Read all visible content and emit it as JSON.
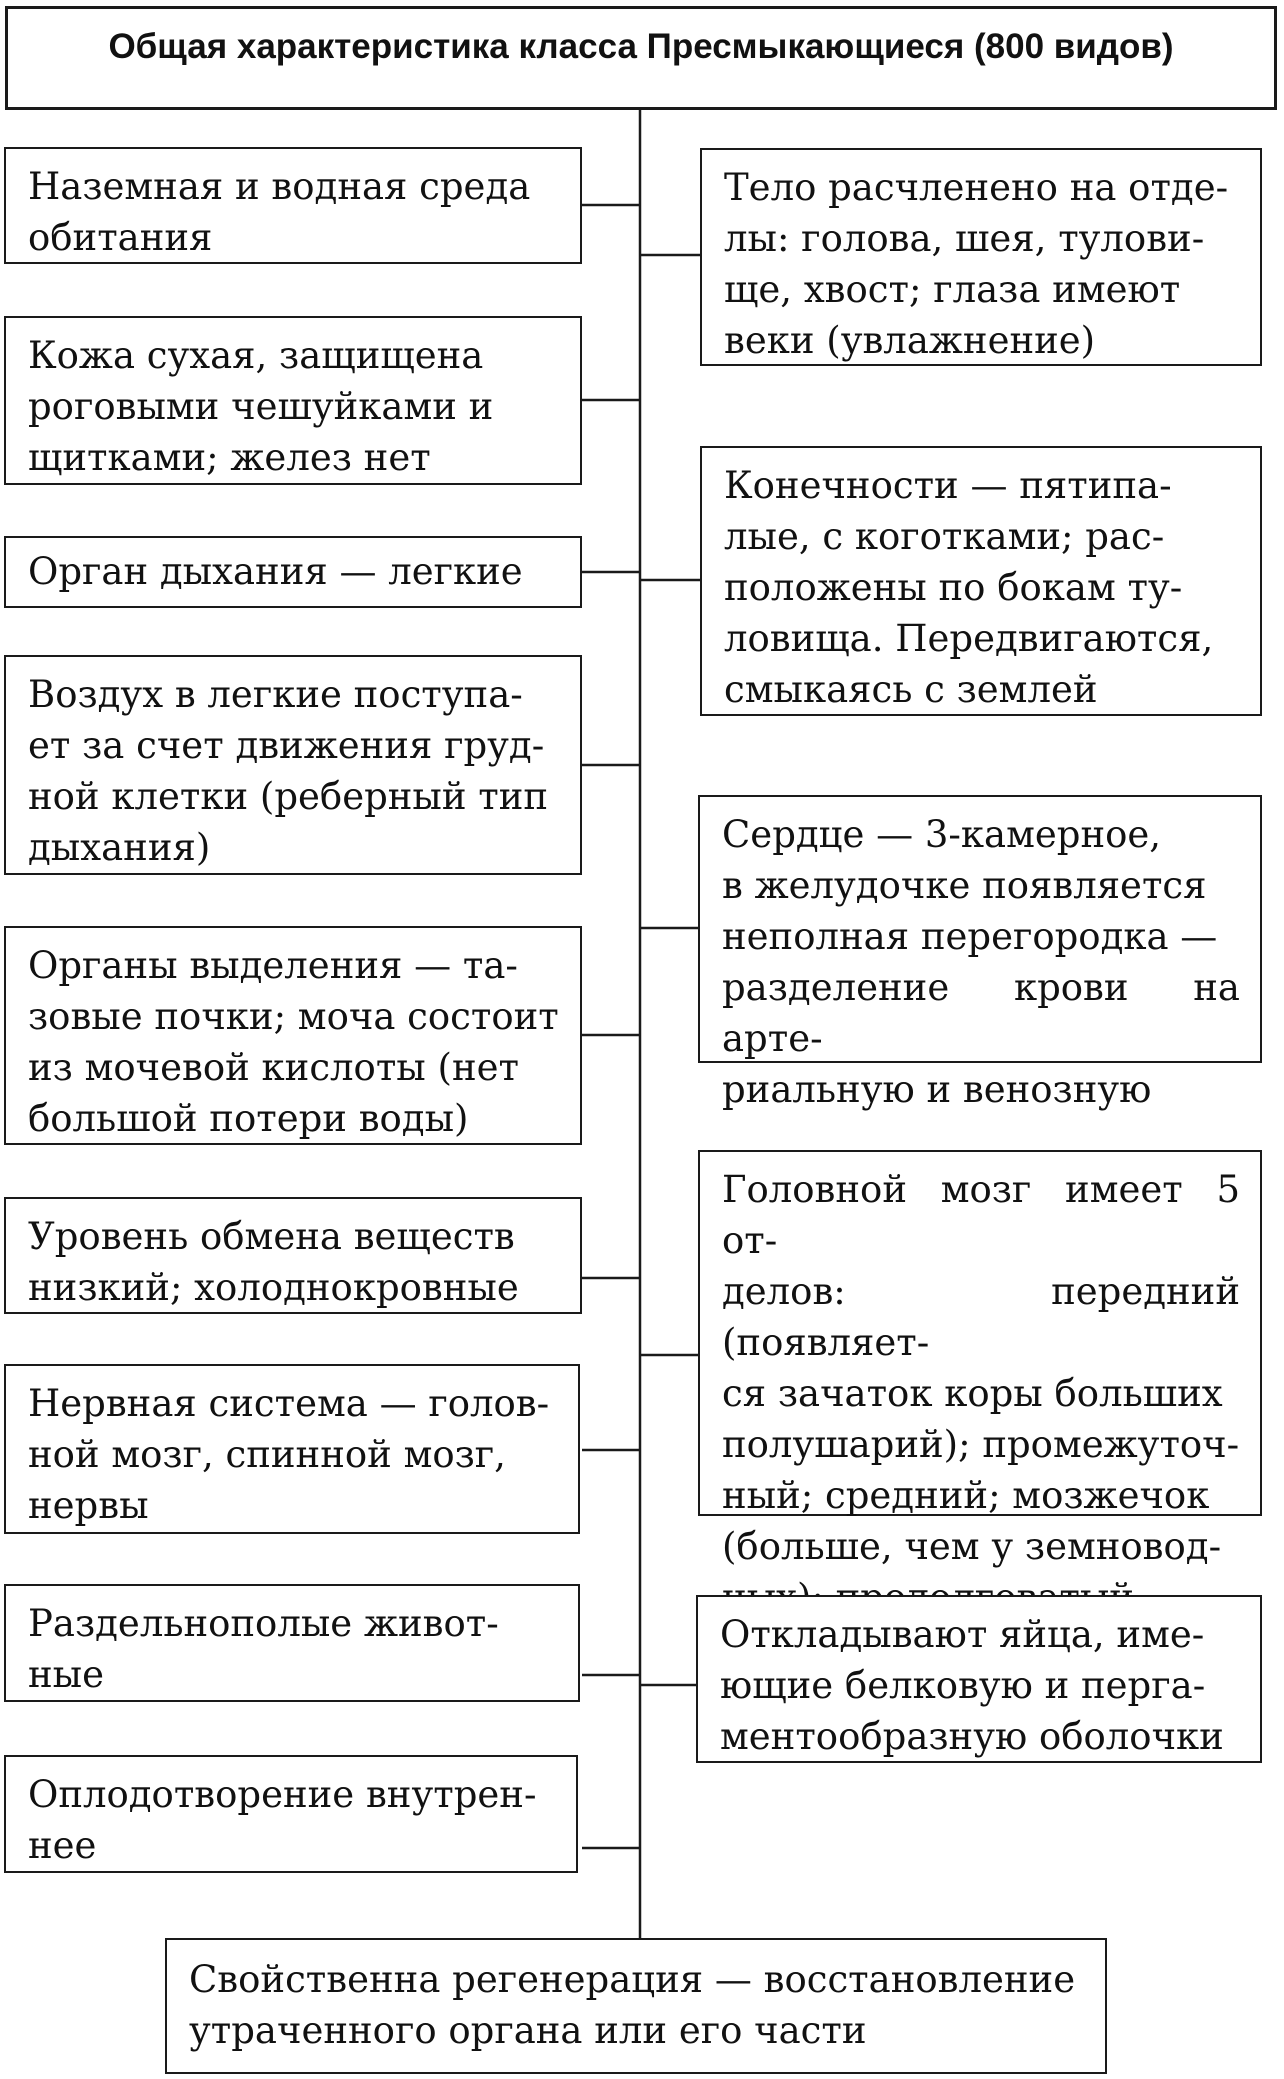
{
  "diagram": {
    "title": "Общая характеристика класса Пресмыкающиеся (800 видов)",
    "left_boxes": [
      "Наземная и водная среда\nобитания",
      "Кожа сухая, защищена\nроговыми чешуйками и\nщитками; желез нет",
      "Орган дыхания — легкие",
      "Воздух в легкие поступа-\nет за счет движения груд-\nной клетки (реберный тип\nдыхания)",
      "Органы выделения — та-\nзовые почки; моча состоит\nиз мочевой кислоты (нет\nбольшой потери воды)",
      "Уровень обмена веществ\nнизкий; холоднокровные",
      "Нервная система — голов-\nной мозг, спинной мозг,\nнервы",
      "Раздельнополые живот-\nные",
      "Оплодотворение внутрен-\nнее"
    ],
    "right_boxes": [
      "Тело расчленено на отде-\nлы: голова, шея, тулови-\nще, хвост; глаза имеют\nвеки (увлажнение)",
      "Конечности — пятипа-\nлые, с коготками; рас-\nположены по бокам ту-\nловища. Передвигаются,\nсмыкаясь с землей",
      "Сердце — 3-камерное,\nв желудочке появляется\nнеполная перегородка —\nразделение крови на арте-\nриальную и венозную",
      "Головной мозг имеет 5 от-\nделов: передний (появляет-\nся зачаток коры больших\nполушарий); промежуточ-\nный; средний; мозжечок\n(больше, чем у земновод-\nных); продолговатый",
      "Откладывают яйца, име-\nющие белковую и перга-\nментообразную оболочки"
    ],
    "bottom_box": "Свойственна регенерация — восстановление\nутраченного органа или его части"
  }
}
